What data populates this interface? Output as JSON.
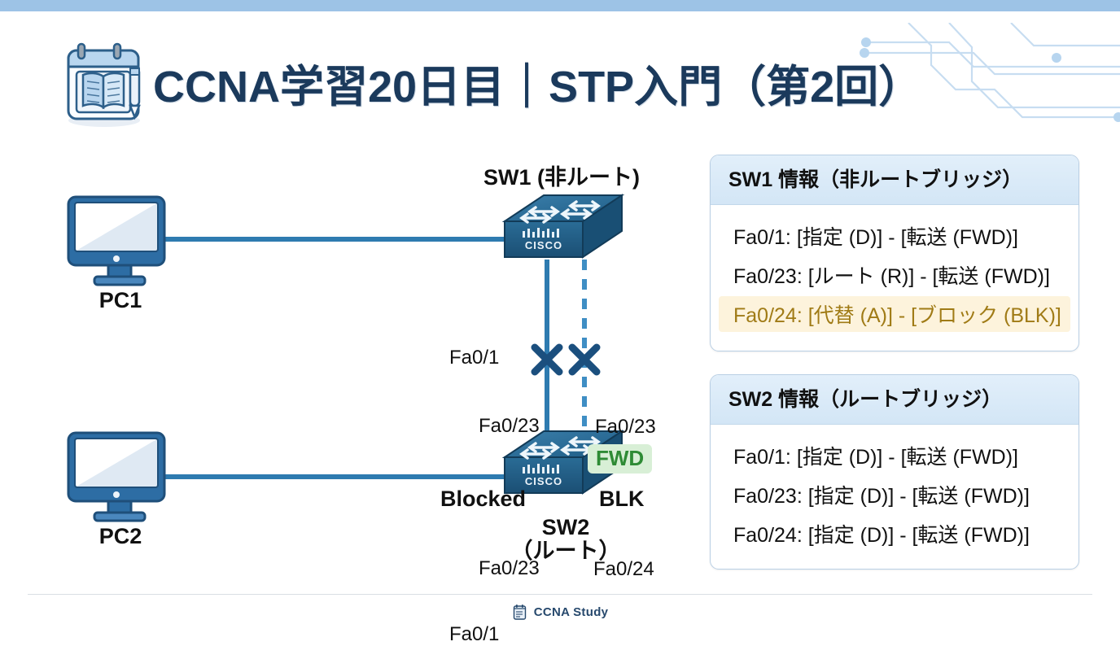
{
  "theme": {
    "accent_bar": "#9DC3E6",
    "title_color": "#1B3A5C",
    "panel_header_bg": "#D6E8F7",
    "highlight_bg": "#FDF3DC",
    "highlight_text": "#A07B16",
    "fwd_badge_bg": "#D8EFD6",
    "fwd_badge_text": "#2E8B35",
    "link_blue": "#2E7BB0"
  },
  "header": {
    "icon": "calendar-book-icon",
    "title": "CCNA学習20日目｜STP入門（第2回）",
    "decoration": "circuit-lines-decoration"
  },
  "diagram": {
    "nodes": [
      {
        "id": "pc1",
        "label": "PC1",
        "icon": "desktop-computer-icon"
      },
      {
        "id": "pc2",
        "label": "PC2",
        "icon": "desktop-computer-icon"
      },
      {
        "id": "sw1",
        "label": "SW1 (非ルート)",
        "icon": "cisco-switch-icon"
      },
      {
        "id": "sw2",
        "label": "SW2\n（ルート）",
        "label_line1": "SW2",
        "label_line2": "（ルート）",
        "icon": "cisco-switch-icon"
      }
    ],
    "port_labels": {
      "sw1_fa01": "Fa0/1",
      "sw1_fa023_left": "Fa0/23",
      "sw1_fa023_right": "Fa0/23",
      "sw2_fa023_left": "Fa0/23",
      "sw2_fa024_right": "Fa0/24",
      "sw2_fa01": "Fa0/1"
    },
    "annotations": {
      "fwd_badge": "FWD",
      "blocked_left": "Blocked",
      "blocked_right": "BLK",
      "x_mark_left": "blocked-x-icon",
      "x_mark_right": "blocked-x-icon"
    }
  },
  "panels": [
    {
      "id": "sw1",
      "title": "SW1 情報（非ルートブリッジ）",
      "rows": [
        {
          "text": "Fa0/1:  [指定 (D)] - [転送 (FWD)]",
          "highlight": false
        },
        {
          "text": "Fa0/23: [ルート (R)] - [転送 (FWD)]",
          "highlight": false
        },
        {
          "text": "Fa0/24: [代替 (A)] - [ブロック (BLK)]",
          "highlight": true
        }
      ]
    },
    {
      "id": "sw2",
      "title": "SW2 情報（ルートブリッジ）",
      "rows": [
        {
          "text": "Fa0/1:  [指定 (D)] - [転送 (FWD)]",
          "highlight": false
        },
        {
          "text": "Fa0/23: [指定 (D)] - [転送 (FWD)]",
          "highlight": false
        },
        {
          "text": "Fa0/24: [指定 (D)] - [転送 (FWD)]",
          "highlight": false
        }
      ]
    }
  ],
  "footer": {
    "icon": "note-pad-icon",
    "text": "CCNA Study"
  }
}
